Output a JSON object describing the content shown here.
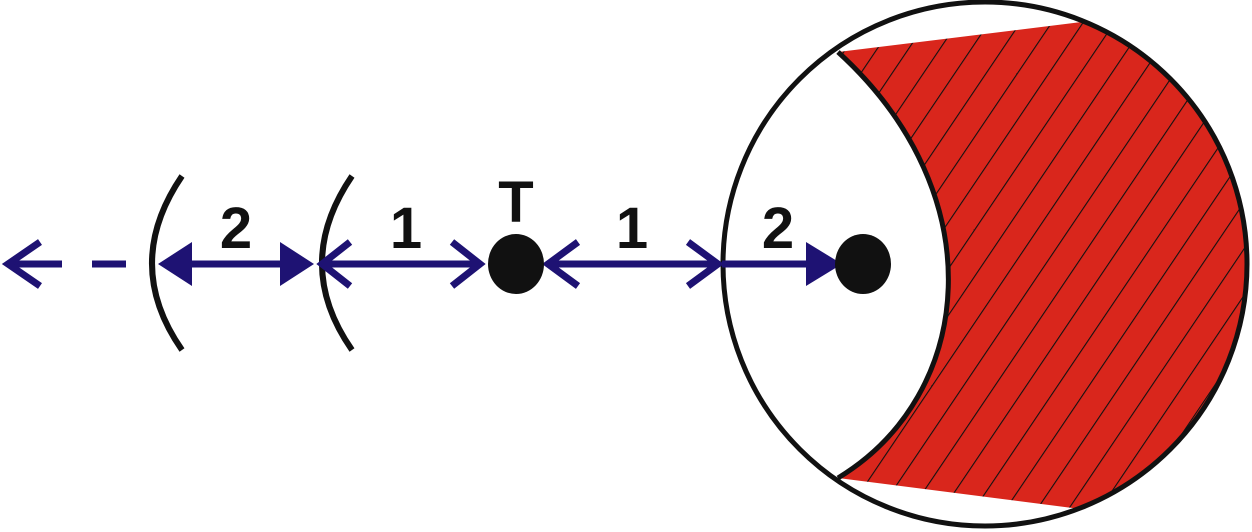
{
  "labels": {
    "point": "T",
    "dist_left_outer": "2",
    "dist_left_inner": "1",
    "dist_right_inner": "1",
    "dist_right_outer": "2"
  },
  "colors": {
    "arrow": "#1e1273",
    "outline": "#111111",
    "hatch_fill": "#d9261c",
    "hatch_line": "#111111",
    "background": "#ffffff"
  }
}
